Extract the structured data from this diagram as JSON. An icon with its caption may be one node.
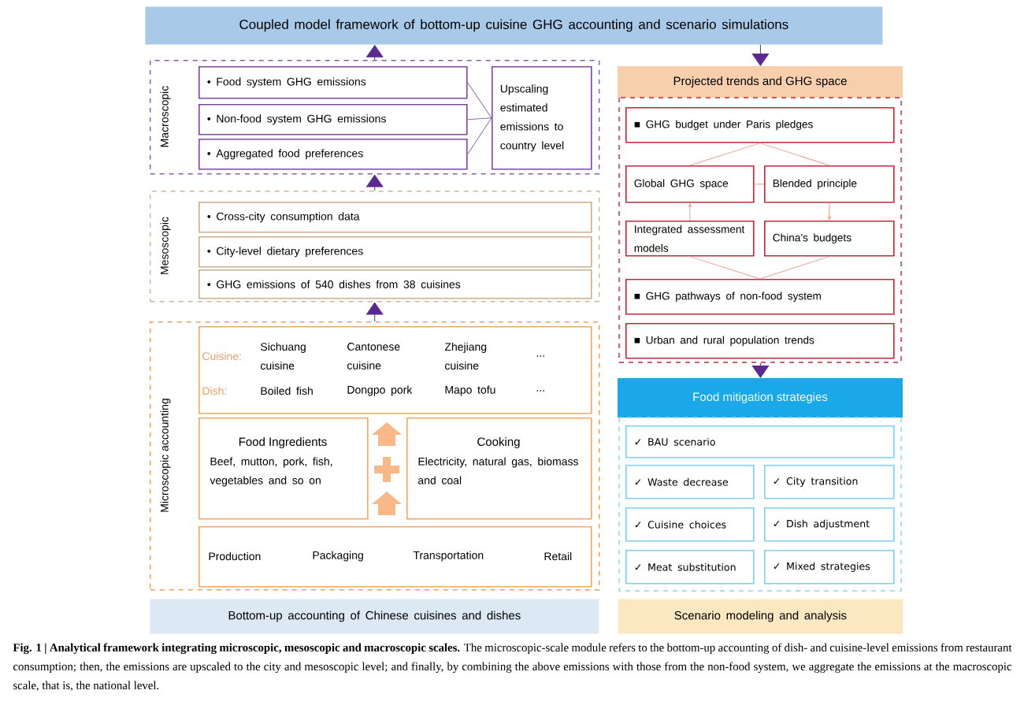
{
  "diagram": {
    "caption": "**Fig. 1 | Analytical framework integrating microscopic, mesoscopic and macroscopic scales.** The microscopic-scale module refers to the bottom-up accounting of dish- and cuisine-level emissions from restaurant consumption; then, the emissions are upscaled to the city and mesoscopic level; and finally, by combining the above emissions with those from the non-food system, we aggregate the emissions at the macroscopic scale, that is, the national level.",
    "nodes": [
      {
        "text": [
          "Coupled model framework of bottom-up cuisine GHG accounting and scenario simulations"
        ]
      },
      {
        "text": [
          "Macroscopic"
        ]
      },
      {
        "text": [
          "• Food system GHG emissions"
        ],
        "in": 1
      },
      {
        "text": [
          "• Non-food system GHG emissions"
        ],
        "in": 1
      },
      {
        "text": [
          "• Aggregated food preferences"
        ],
        "in": 1
      },
      {
        "text": [
          "Upscaling estimated emissions to country level"
        ],
        "in": 1
      },
      {
        "text": [
          "Mesoscopic"
        ]
      },
      {
        "text": [
          "• Cross-city consumption data"
        ],
        "in": 6
      },
      {
        "text": [
          "• City-level dietary preferences"
        ],
        "in": 6
      },
      {
        "text": [
          "• GHG emissions of 540 dishes from 38 cuisines"
        ],
        "in": 6
      },
      {
        "text": [
          "Microscopic accounting"
        ]
      },
      {
        "text": [
          "Cuisine:",
          "Sichuang cuisine",
          "Cantonese cuisine",
          "Zhejiang cuisine",
          "...",
          "Dish:",
          "Boiled fish",
          "Dongpo pork",
          "Mapo tofu",
          "..."
        ],
        "in": 10
      },
      {
        "text": [
          "Food Ingredients",
          "Beef, mutton, pork, fish, vegetables and so on"
        ],
        "in": 10
      },
      {
        "text": [
          "Cooking",
          "Electricity, natural gas, biomass and coal"
        ],
        "in": 10
      },
      {
        "text": [
          "Production",
          "Packaging",
          "Transportation",
          "Retail"
        ],
        "in": 10
      },
      {
        "text": [
          "Projected trends and GHG space"
        ]
      },
      {
        "text": [
          "■ GHG budget under Paris pledges"
        ],
        "in": 15
      },
      {
        "text": [
          "Global GHG space"
        ],
        "in": 15
      },
      {
        "text": [
          "Blended principle"
        ],
        "in": 15
      },
      {
        "text": [
          "Integrated assessment models"
        ],
        "in": 15
      },
      {
        "text": [
          "China’s budgets"
        ],
        "in": 15
      },
      {
        "text": [
          "■ GHG pathways of non-food system"
        ],
        "in": 15
      },
      {
        "text": [
          "■ Urban and rural population trends"
        ],
        "in": 15
      },
      {
        "text": [
          "Food mitigation strategies"
        ]
      },
      {
        "text": [
          "✓ BAU scenario"
        ],
        "in": 23
      },
      {
        "text": [
          "✓ Waste decrease"
        ],
        "in": 23
      },
      {
        "text": [
          "✓ City transition"
        ],
        "in": 23
      },
      {
        "text": [
          "✓ Cuisine choices"
        ],
        "in": 23
      },
      {
        "text": [
          "✓ Dish adjustment"
        ],
        "in": 23
      },
      {
        "text": [
          "✓ Meat substitution"
        ],
        "in": 23
      },
      {
        "text": [
          "✓ Mixed strategies"
        ],
        "in": 23
      },
      {
        "text": [
          "Bottom-up accounting of Chinese cuisines and dishes"
        ]
      },
      {
        "text": [
          "Scenario modeling and analysis"
        ]
      }
    ],
    "edges": [
      {
        "from": 1,
        "to": 0,
        "arrow": "to",
        "color": "#5a2a90"
      },
      {
        "from": 6,
        "to": 1,
        "arrow": "to",
        "color": "#5a2a90"
      },
      {
        "from": 10,
        "to": 6,
        "arrow": "to",
        "color": "#5a2a90"
      },
      {
        "from": 0,
        "to": 15,
        "arrow": "to",
        "color": "#5a2a90"
      },
      {
        "from": 15,
        "to": 23,
        "arrow": "to",
        "color": "#5a2a90"
      },
      {
        "from": 2,
        "to": 5,
        "arrow": "none",
        "color": "#8a70b0"
      },
      {
        "from": 3,
        "to": 5,
        "arrow": "none",
        "color": "#8a70b0"
      },
      {
        "from": 4,
        "to": 5,
        "arrow": "none",
        "color": "#8a70b0"
      },
      {
        "from": 16,
        "to": 17,
        "arrow": "none"
      },
      {
        "from": 16,
        "to": 18,
        "arrow": "none"
      },
      {
        "from": 17,
        "to": 18,
        "arrow": "none"
      },
      {
        "from": 19,
        "to": 17,
        "arrow": "to"
      },
      {
        "from": 18,
        "to": 20,
        "arrow": "to"
      },
      {
        "from": 19,
        "to": 21,
        "arrow": "none"
      },
      {
        "from": 20,
        "to": 21,
        "arrow": "none"
      }
    ]
  }
}
